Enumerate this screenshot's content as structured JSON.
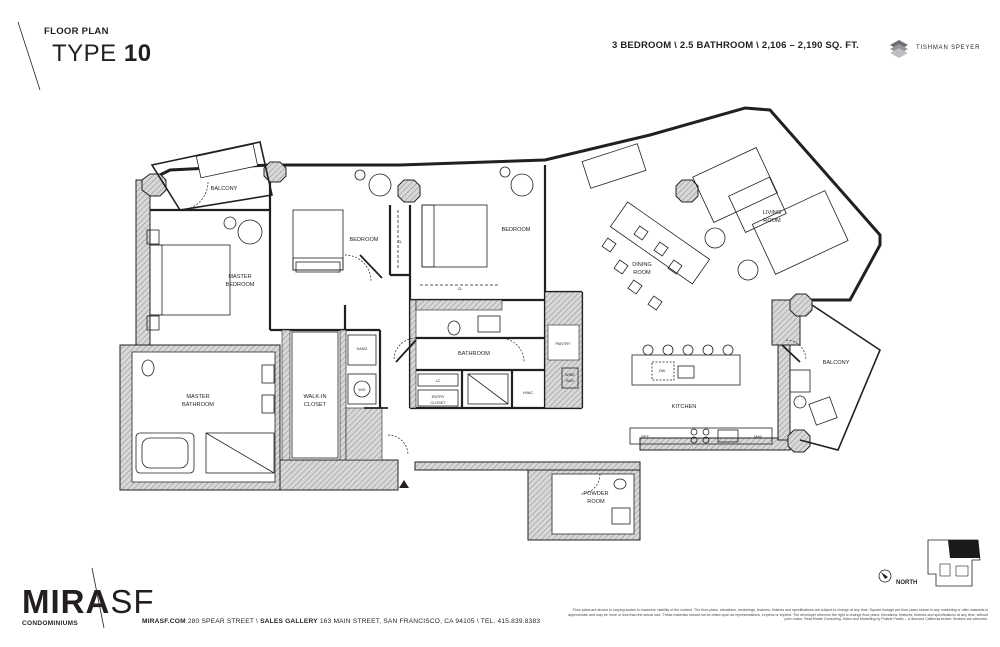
{
  "header": {
    "floor_plan_label": "FLOOR PLAN",
    "type_prefix": "TYPE",
    "type_number": "10",
    "specs": "3 BEDROOM  \\  2.5 BATHROOM  \\  2,106 – 2,190 SQ. FT.",
    "brand": "TISHMAN SPEYER"
  },
  "rooms": {
    "balcony_left": "BALCONY",
    "bedroom_1": "BEDROOM",
    "bedroom_2": "BEDROOM",
    "master_bedroom_l1": "MASTER",
    "master_bedroom_l2": "BEDROOM",
    "master_bathroom_l1": "MASTER",
    "master_bathroom_l2": "BATHROOM",
    "walk_in_l1": "WALK-IN",
    "walk_in_l2": "CLOSET",
    "bathroom": "BATHROOM",
    "dining_l1": "DINING",
    "dining_l2": "ROOM",
    "living_l1": "LIVING",
    "living_l2": "ROOM",
    "kitchen": "KITCHEN",
    "balcony_right": "BALCONY",
    "powder_l1": "POWDER",
    "powder_l2": "ROOM",
    "pantry": "PANTRY",
    "wine_bar_l1": "WINE",
    "wine_bar_l2": "BAR",
    "hvac": "HVAC",
    "entry_closet_l1": "ENTRY",
    "entry_closet_l2": "CLOSET",
    "lc": "LC",
    "cl_1": "CL",
    "cl_2": "CL",
    "hang": "HANG",
    "wd": "W/D",
    "dw": "DW",
    "ref": "REF",
    "mw": "M/W"
  },
  "footer": {
    "logo_main": "MIRA",
    "logo_sf": "SF",
    "logo_sub": "CONDOMINIUMS",
    "website": "MIRASF.COM",
    "address": "280 SPEAR STREET",
    "sales_label": "SALES GALLERY",
    "sales_address": "163 MAIN STREET, SAN FRANCISCO, CA 94105",
    "phone": "TEL. 415.839.8383",
    "north": "NORTH",
    "legal": "Floor plans are shown to varying scales to maximize visibility of the content. The floor plans, elevations, renderings, features, finishes and specifications are subject to change at any time. Square footage per floor plans shown is any marketing or offer materials is approximate and may be more or less than the actual size. These materials should not be relied upon as representations, express or implied. The developer reserves the right to change floor plans, elevations, features, finishes and specifications at any time, without prior notice. Real Estate Consulting, Sales and Marketing by Polaris Pacific – a licensed California broker. Brokers are welcome."
  },
  "colors": {
    "ink": "#231f20",
    "wall_hatch": "#9a9a9a",
    "keyplan_fill": "#1a1a1a"
  }
}
